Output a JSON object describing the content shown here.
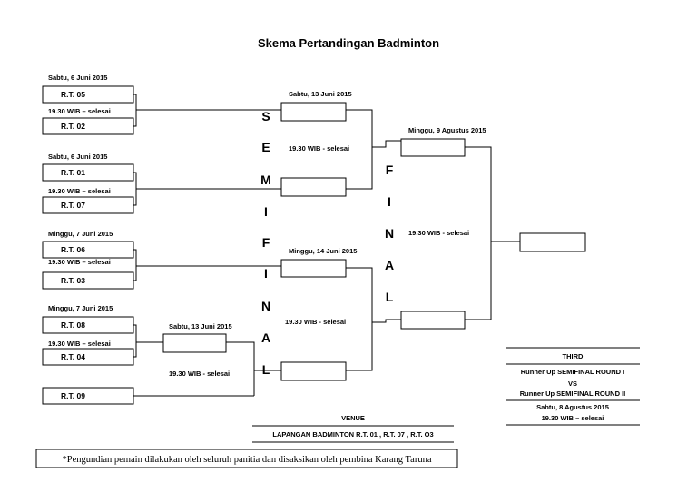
{
  "title": "Skema Pertandingan Badminton",
  "round1": [
    {
      "date": "Sabtu, 6 Juni 2015",
      "team_a": "R.T. 05",
      "time": "19.30 WIB – selesai",
      "team_b": "R.T. 02"
    },
    {
      "date": "Sabtu, 6 Juni 2015",
      "team_a": "R.T. 01",
      "time": "19.30 WIB – selesai",
      "team_b": "R.T. 07"
    },
    {
      "date": "Minggu, 7 Juni 2015",
      "team_a": "R.T. 06",
      "time": "19.30 WIB – selesai",
      "team_b": "R.T. 03"
    },
    {
      "date": "Minggu, 7 Juni 2015",
      "team_a": "R.T. 08",
      "time": "19.30 WIB – selesai",
      "team_b": "R.T. 04"
    }
  ],
  "bye_team": "R.T. 09",
  "quarter": {
    "date": "Sabtu, 13 Juni 2015",
    "time": "19.30 WIB - selesai"
  },
  "semifinal": {
    "word": [
      "S",
      "E",
      "M",
      "I",
      "F",
      "I",
      "N",
      "A",
      "L"
    ],
    "top": {
      "date": "Sabtu, 13 Juni 2015",
      "time": "19.30 WIB - selesai"
    },
    "bottom": {
      "date": "Minggu, 14 Juni 2015",
      "time": "19.30 WIB - selesai"
    }
  },
  "final": {
    "word": [
      "F",
      "I",
      "N",
      "A",
      "L"
    ],
    "date": "Minggu, 9 Agustus 2015",
    "time": "19.30 WIB - selesai"
  },
  "third": {
    "heading": "THIRD",
    "line1": "Runner Up SEMIFINAL ROUND I",
    "vs": "VS",
    "line2": "Runner Up SEMIFINAL ROUND II",
    "date": "Sabtu, 8 Agustus 2015",
    "time": "19.30 WIB – selesai"
  },
  "venue": {
    "heading": "VENUE",
    "text": "LAPANGAN BADMINTON R.T. 01 , R.T. 07 , R.T. O3"
  },
  "note": "*Pengundian pemain dilakukan oleh seluruh panitia dan disaksikan oleh pembina Karang Taruna"
}
